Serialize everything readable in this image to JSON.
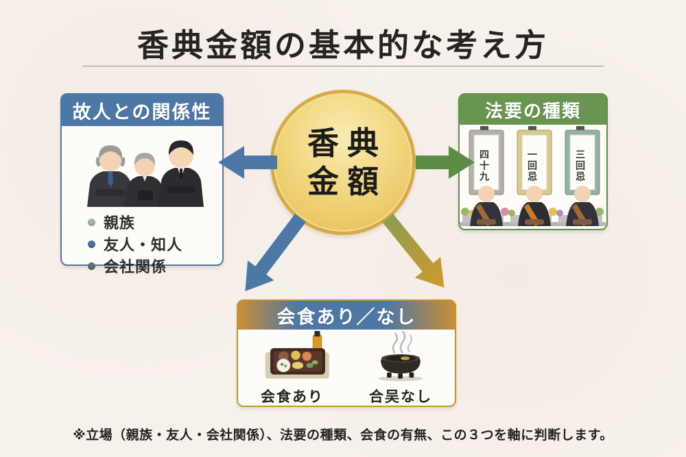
{
  "title": "香典金額の基本的な考え方",
  "center": {
    "line1": "香典",
    "line2": "金額"
  },
  "panels": {
    "relationship": {
      "header": "故人との関係性",
      "items": [
        {
          "label": "親族"
        },
        {
          "label": "友人・知人"
        },
        {
          "label": "会社関係"
        }
      ]
    },
    "memorial": {
      "header": "法要の種類",
      "scrolls": [
        "四十九",
        "一回忌",
        "三回忌"
      ]
    },
    "meal": {
      "header": "会食あり／なし",
      "with_label": "会食あり",
      "without_label": "合吴なし"
    }
  },
  "footer": {
    "note": "※立場（親族・友人・会社関係）、法要の種類、会食の有無、この３つを軸に判断します。"
  },
  "colors": {
    "background": "#f7f1ec",
    "blue_accent": "#4d77a5",
    "green_accent": "#689550",
    "gold_accent": "#c9942f",
    "circle_fill": "#f1d67e",
    "circle_border": "#d7aa46"
  }
}
